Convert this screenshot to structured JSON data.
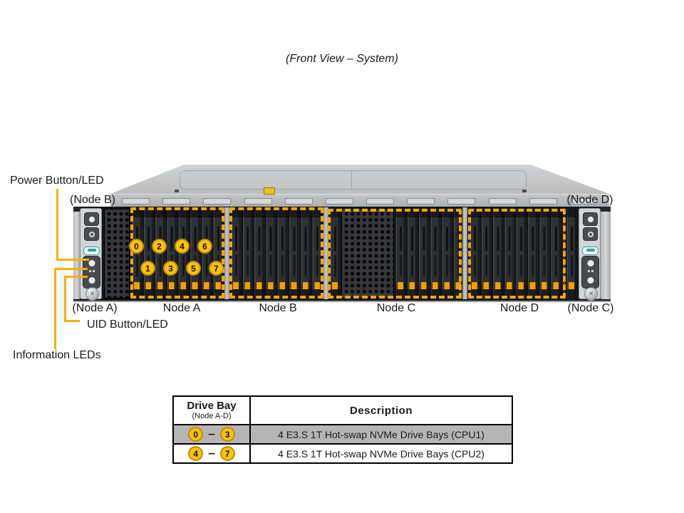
{
  "title": "(Front View – System)",
  "callouts": {
    "power": "Power Button/LED",
    "uid": "UID Button/LED",
    "info": "Information LEDs"
  },
  "node_corner_labels": {
    "top_left": "(Node B)",
    "top_right": "(Node D)",
    "bottom_left": "(Node A)",
    "bottom_right": "(Node C)"
  },
  "bay_group_labels": [
    "Node A",
    "Node B",
    "Node C",
    "Node D"
  ],
  "bay_numbers": [
    "0",
    "1",
    "2",
    "3",
    "4",
    "5",
    "6",
    "7"
  ],
  "table": {
    "header": {
      "col1_title": "Drive Bay",
      "col1_sub": "(Node A-D)",
      "col2_title": "Description"
    },
    "rows": [
      {
        "from": "0",
        "to": "3",
        "dash": "–",
        "description": "4 E3.S 1T Hot-swap NVMe Drive Bays (CPU1)"
      },
      {
        "from": "4",
        "to": "7",
        "dash": "–",
        "description": "4 E3.S 1T Hot-swap NVMe Drive Bays (CPU2)"
      }
    ]
  },
  "colors": {
    "callout_yellow": "#F5B100",
    "frame_dash_yellow": "#F5A600",
    "bay_circle_fill": "#FFC20E",
    "bay_circle_border": "#BD8D08",
    "table_row_highlight": "#B5B5B5"
  }
}
